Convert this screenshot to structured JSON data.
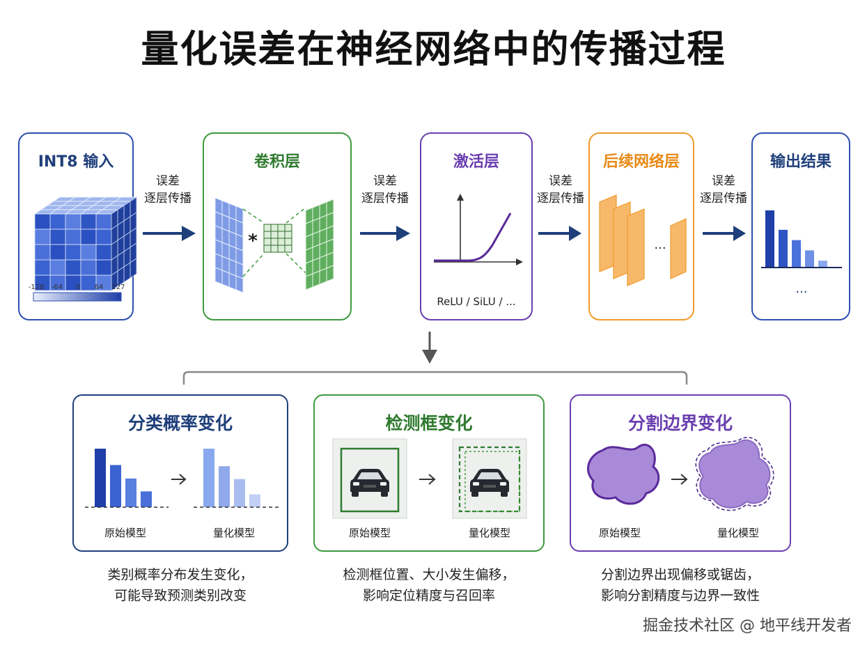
{
  "title": "量化误差在神经网络中的传播过程",
  "colors": {
    "blue": "#2e4fb0",
    "green": "#3d9a3d",
    "purple": "#6a3fb0",
    "orange": "#f09a2a",
    "navy": "#1f3f7a"
  },
  "stages": [
    {
      "title": "INT8 输入",
      "scale_ticks": [
        "-128",
        "-64",
        "0",
        "64",
        "127"
      ]
    },
    {
      "title": "卷积层",
      "op_symbol": "*"
    },
    {
      "title": "激活层",
      "caption": "ReLU / SiLU / ..."
    },
    {
      "title": "后续网络层",
      "ellipsis": "..."
    },
    {
      "title": "输出结果",
      "ellipsis": "...",
      "bars": [
        1.0,
        0.66,
        0.48,
        0.3,
        0.12
      ]
    }
  ],
  "connector": {
    "line1": "误差",
    "line2": "逐层传播"
  },
  "cards": [
    {
      "title": "分类概率变化",
      "left_label": "原始模型",
      "right_label": "量化模型",
      "orig_bars": [
        1.0,
        0.72,
        0.49,
        0.27
      ],
      "quant_bars": [
        1.0,
        0.7,
        0.48,
        0.22
      ],
      "desc1": "类别概率分布发生变化，",
      "desc2": "可能导致预测类别改变"
    },
    {
      "title": "检测框变化",
      "left_label": "原始模型",
      "right_label": "量化模型",
      "desc1": "检测框位置、大小发生偏移，",
      "desc2": "影响定位精度与召回率"
    },
    {
      "title": "分割边界变化",
      "left_label": "原始模型",
      "right_label": "量化模型",
      "desc1": "分割边界出现偏移或锯齿，",
      "desc2": "影响分割精度与边界一致性"
    }
  ],
  "footer": "掘金技术社区 @ 地平线开发者"
}
